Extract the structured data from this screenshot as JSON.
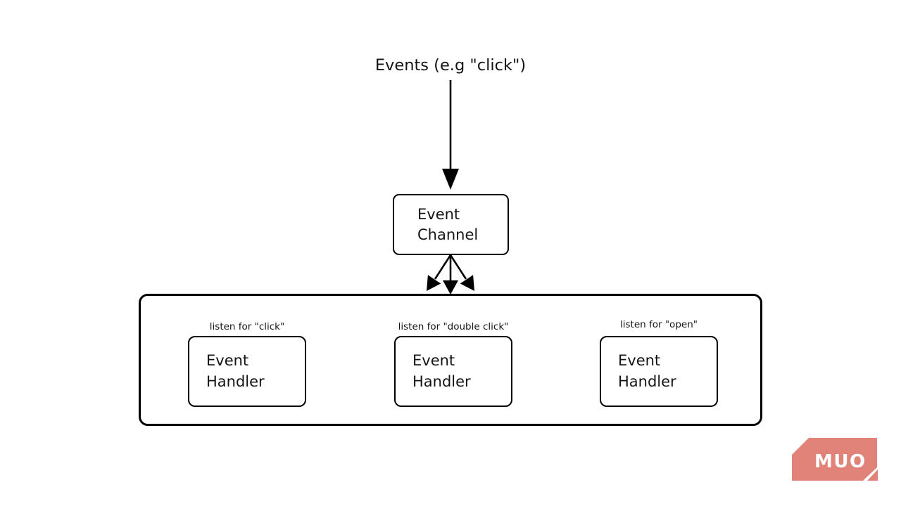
{
  "colors": {
    "background": "#ffffff",
    "line": "#000000",
    "text": "#141414",
    "logo_background": "#e28379",
    "logo_text": "#ffffff"
  },
  "diagram": {
    "title": "Events (e.g \"click\")",
    "event_channel": {
      "line1": "Event",
      "line2": "Channel"
    },
    "handlers": [
      {
        "caption": "listen for \"click\"",
        "line1": "Event",
        "line2": "Handler"
      },
      {
        "caption": "listen for \"double click\"",
        "line1": "Event",
        "line2": "Handler"
      },
      {
        "caption": "listen for \"open\"",
        "line1": "Event",
        "line2": "Handler"
      }
    ]
  },
  "watermark": {
    "label": "MUO"
  }
}
